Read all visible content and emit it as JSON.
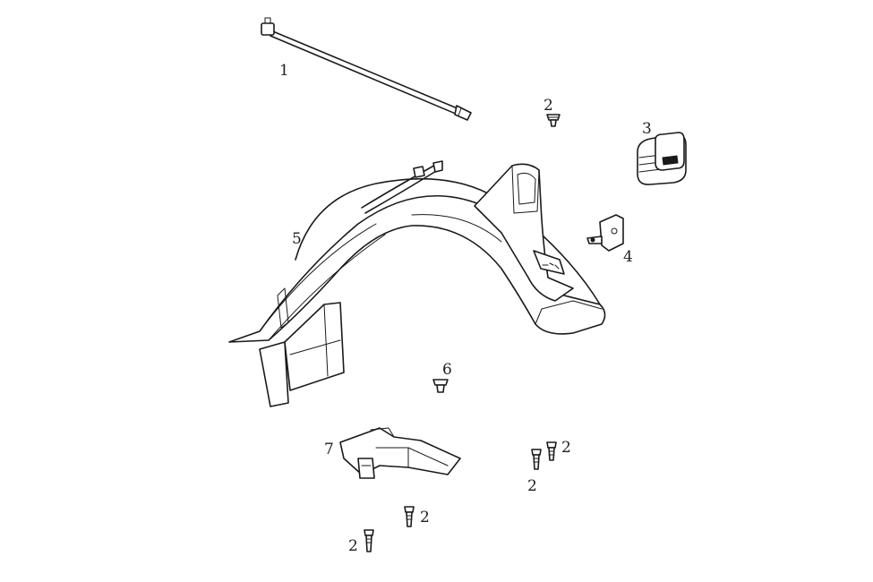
{
  "diagram": {
    "callouts": [
      {
        "id": "callout-1a",
        "text": "1"
      },
      {
        "id": "callout-2a",
        "text": "2"
      },
      {
        "id": "callout-3a",
        "text": "3"
      },
      {
        "id": "callout-4a",
        "text": "4"
      },
      {
        "id": "callout-5a",
        "text": "5"
      },
      {
        "id": "callout-6a",
        "text": "6"
      },
      {
        "id": "callout-7a",
        "text": "7"
      },
      {
        "id": "callout-2b",
        "text": "2"
      },
      {
        "id": "callout-2c",
        "text": "2"
      },
      {
        "id": "callout-2d",
        "text": "2"
      },
      {
        "id": "callout-2e",
        "text": "2"
      }
    ],
    "parts": [
      {
        "name": "cable-rod-part",
        "callout": "1"
      },
      {
        "name": "screw-part",
        "callout": "2"
      },
      {
        "name": "reflector-lamp-part",
        "callout": "3"
      },
      {
        "name": "bracket-part",
        "callout": "4"
      },
      {
        "name": "rear-fender-part",
        "callout": "5"
      },
      {
        "name": "rivet-part",
        "callout": "6"
      },
      {
        "name": "mudflap-plate-part",
        "callout": "7"
      }
    ]
  }
}
